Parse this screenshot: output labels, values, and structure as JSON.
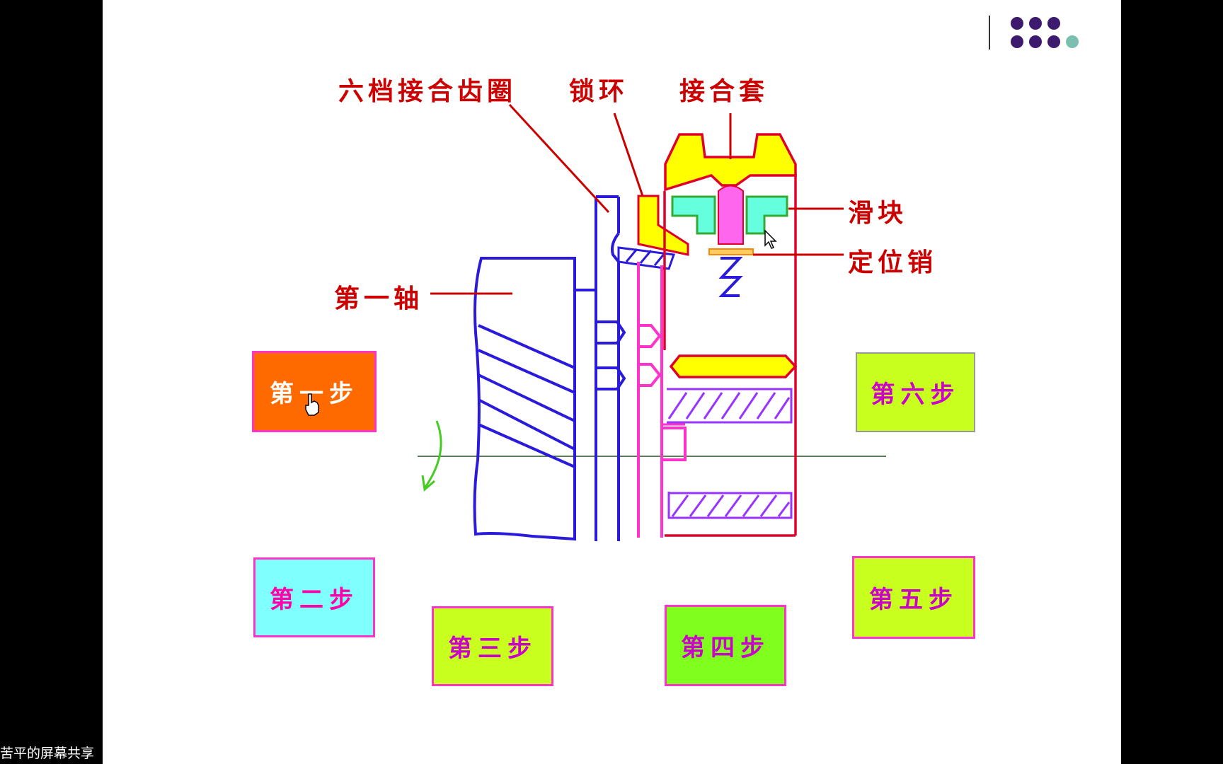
{
  "window": {
    "screen_share_caption": "苦平的屏幕共享"
  },
  "slide": {
    "labels": {
      "sixth_gear_ring": "六档接合齿圈",
      "lock_ring": "锁环",
      "sleeve": "接合套",
      "slider": "滑块",
      "locating_pin": "定位销",
      "first_shaft": "第一轴"
    },
    "steps": [
      {
        "id": "step1",
        "label": "第一步",
        "bg": "#ff6a00",
        "fg": "#ffffff"
      },
      {
        "id": "step2",
        "label": "第二步",
        "bg": "#80ffff",
        "fg": "#ff00aa"
      },
      {
        "id": "step3",
        "label": "第三步",
        "bg": "#c8ff1e",
        "fg": "#cc00cc"
      },
      {
        "id": "step4",
        "label": "第四步",
        "bg": "#80ff1e",
        "fg": "#cc00cc"
      },
      {
        "id": "step5",
        "label": "第五步",
        "bg": "#c8ff1e",
        "fg": "#cc00cc"
      },
      {
        "id": "step6",
        "label": "第六步",
        "bg": "#c8ff1e",
        "fg": "#cc00cc"
      }
    ],
    "logo_dots": {
      "primary_color": "#3d1a6e",
      "accent_color": "#7bbfb0"
    },
    "colors": {
      "label_red": "#cc0000",
      "shaft_blue": "#2a1adb",
      "ring_magenta": "#ff33cc",
      "sleeve_red": "#e0002a",
      "sleeve_yellow": "#ffff00",
      "slider_cyan": "#66ffdd",
      "rotation_arrow_green": "#44cc22"
    }
  }
}
